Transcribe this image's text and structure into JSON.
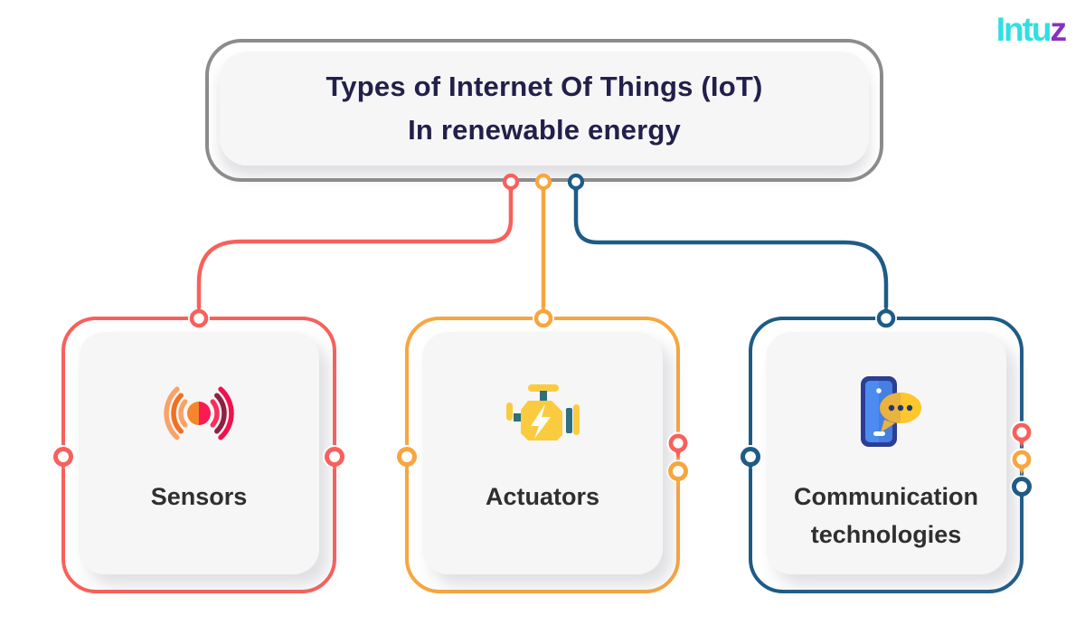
{
  "brand": {
    "logo_part1": "Intu",
    "logo_part2": "z",
    "logo_color": "#2FDFE2",
    "logo_accent": "#8A30C2"
  },
  "title": {
    "line1": "Types of Internet Of Things (IoT)",
    "line2": "In renewable energy"
  },
  "nodes": [
    {
      "id": "sensors",
      "label": "Sensors",
      "color": "#F8605C",
      "icon": "signal-waves-icon"
    },
    {
      "id": "actuators",
      "label": "Actuators",
      "color": "#F7A63F",
      "icon": "engine-icon"
    },
    {
      "id": "communication",
      "label": "Communication technologies",
      "color": "#1E5B87",
      "icon": "phone-chat-icon"
    }
  ],
  "edges": [
    {
      "from": "title",
      "to": "sensors",
      "color": "#F8605C"
    },
    {
      "from": "title",
      "to": "actuators",
      "color": "#F7A63F"
    },
    {
      "from": "title",
      "to": "communication",
      "color": "#1E5B87"
    }
  ],
  "palette": {
    "red": "#F8605C",
    "orange": "#F7A63F",
    "blue": "#1E5B87",
    "title_border": "#8C8C8C",
    "title_text": "#22204A",
    "label_text": "#2F2F2F",
    "card_bg": "#F6F6F7"
  }
}
